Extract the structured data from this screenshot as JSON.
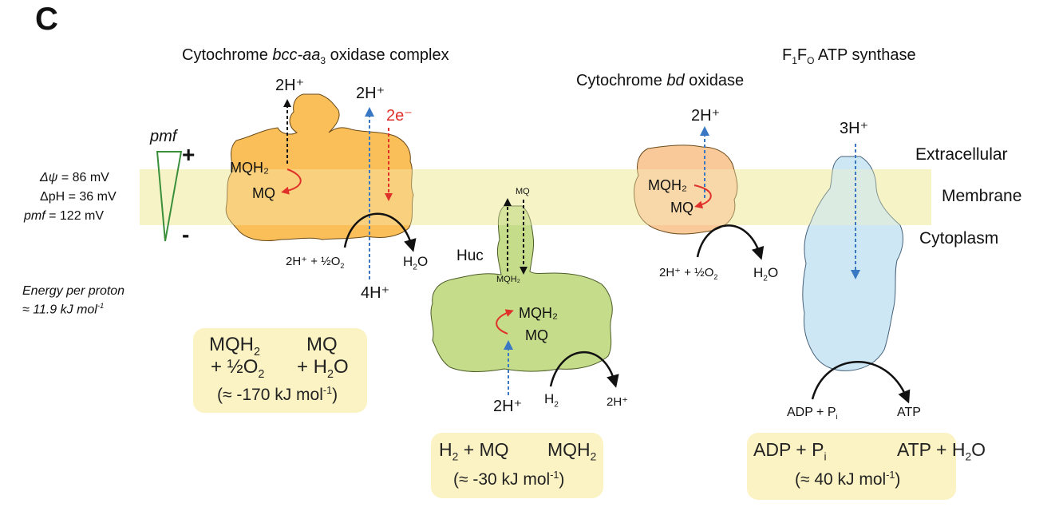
{
  "panel_letter": "C",
  "complexes": {
    "bcc": {
      "title_prefix": "Cytochrome ",
      "title_italic": "bcc-aa",
      "title_sub": "3",
      "title_suffix": " oxidase complex",
      "proton_out_left": "2H⁺",
      "proton_out_right": "2H⁺",
      "electrons": "2e⁻",
      "substrate": "MQH₂",
      "product": "MQ",
      "proton_in": "4H⁺",
      "oxygen_reactant": "2H⁺ + ½O",
      "oxygen_sub": "2",
      "water": "H",
      "water_sub": "2",
      "water_end": "O"
    },
    "bd": {
      "title_prefix": "Cytochrome ",
      "title_italic": "bd",
      "title_suffix": " oxidase",
      "proton_out": "2H⁺",
      "substrate": "MQH₂",
      "product": "MQ",
      "oxygen_reactant": "2H⁺ + ½O",
      "oxygen_sub": "2",
      "water": "H",
      "water_sub": "2",
      "water_end": "O"
    },
    "huc": {
      "label": "Huc",
      "mq_top": "MQ",
      "mqh2_bottom": "MQH₂",
      "mqh2": "MQH₂",
      "mq": "MQ",
      "proton_in": "2H⁺",
      "h2": "H",
      "h2_sub": "2",
      "proton_out": "2H⁺"
    },
    "atp": {
      "title_f1": "F",
      "title_1": "1",
      "title_f": "F",
      "title_o": "O",
      "title_rest": " ATP synthase",
      "proton_in": "3H⁺",
      "adp": "ADP + P",
      "adp_sub": "i",
      "atp": "ATP"
    }
  },
  "compartments": {
    "extracellular": "Extracellular",
    "membrane": "Membrane",
    "cytoplasm": "Cytoplasm"
  },
  "pmf": {
    "label": "pmf",
    "plus": "+",
    "minus": "-",
    "delta_psi_symbol": "Δψ",
    "delta_psi_value": " = 86 mV",
    "delta_ph": "ΔpH = 36 mV",
    "pmf_symbol": "pmf",
    "pmf_value": " = 122 mV",
    "energy_line1": "Energy per proton",
    "energy_line2": "≈ 11.9 kJ mol",
    "energy_sup": "-1"
  },
  "equations": {
    "oxidase": {
      "left_top": "MQH",
      "left_top_sub": "2",
      "right_top": "MQ",
      "left_bottom": "+ ½O",
      "left_bottom_sub": "2",
      "right_bottom": "+ H",
      "right_bottom_sub": "2",
      "right_bottom_end": "O",
      "energy": "(≈ -170 kJ mol",
      "energy_sup": "-1",
      "energy_end": ")"
    },
    "huc": {
      "left": "H",
      "left_sub": "2",
      "left_end": " + MQ",
      "right": "MQH",
      "right_sub": "2",
      "energy": "(≈ -30 kJ mol",
      "energy_sup": "-1",
      "energy_end": ")"
    },
    "atp": {
      "left": "ADP + P",
      "left_sub": "i",
      "right": "ATP + H",
      "right_sub": "2",
      "right_end": "O",
      "energy": "(≈ 40 kJ mol",
      "energy_sup": "-1",
      "energy_end": ")"
    }
  },
  "colors": {
    "membrane": "#f5f3c4",
    "bcc_fill": "#fbbf5a",
    "bd_fill": "#f9c99a",
    "huc_fill": "#c5dc8a",
    "atp_fill": "#cce6f4",
    "proton_blue": "#3a78c3",
    "electron_red": "#e0302a",
    "pmf_green": "#3a8f3a",
    "equation_box": "#fbf3c4"
  }
}
